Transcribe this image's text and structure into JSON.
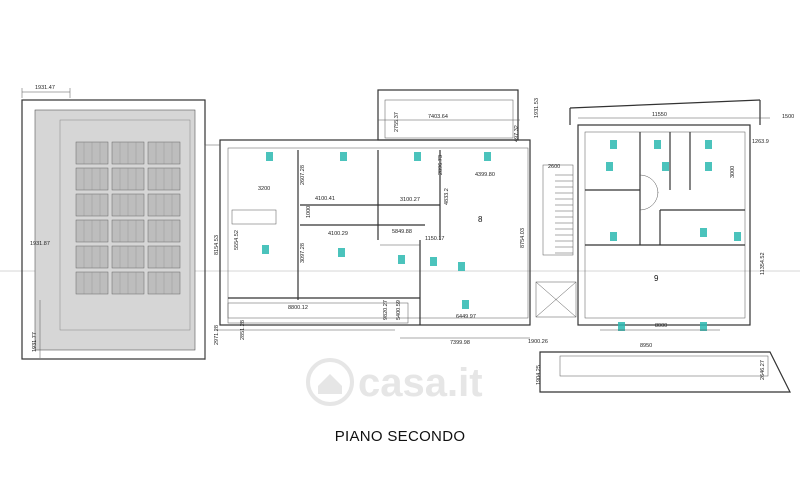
{
  "title": "PIANO SECONDO",
  "watermark": "casa.it",
  "rooms": {
    "room8": "8",
    "room9": "9"
  },
  "dimensions": {
    "d_top_left": "1931.47",
    "d_7403": "7403.64",
    "d_1931_53": "1931.53",
    "d_1500": "1500",
    "d_11550": "11550",
    "d_1263": "1263.9",
    "d_8154": "8154.53",
    "d_1931_87": "1931.87",
    "d_1931_77": "1931.77",
    "d_2971": "2971.28",
    "d_2851": "2851.28",
    "d_8800": "8800.12",
    "d_7399": "7399.98",
    "d_1900": "1900.26",
    "d_8950": "8950",
    "d_8000": "8000",
    "d_11354": "11354.52",
    "d_2646": "2646.27",
    "d_1904": "1904.25",
    "d_4399": "4399.80",
    "d_3200": "3200",
    "d_4100_41": "4100.41",
    "d_3100": "3100.27",
    "d_4100_29": "4100.29",
    "d_5849": "5849.88",
    "d_1150": "1150.17",
    "d_6449": "6449.97",
    "d_2600": "2600",
    "d_3000": "3000",
    "d_8754": "8754.03",
    "d_5554": "5554.52",
    "d_2607": "2607.28",
    "d_3097": "3097.28",
    "d_4833": "4833.2",
    "d_2896": "2896.73",
    "d_1000": "1000",
    "d_9820": "9820.27",
    "d_5400": "5400.59",
    "d_497": "497.32",
    "d_2755": "2755.37"
  }
}
